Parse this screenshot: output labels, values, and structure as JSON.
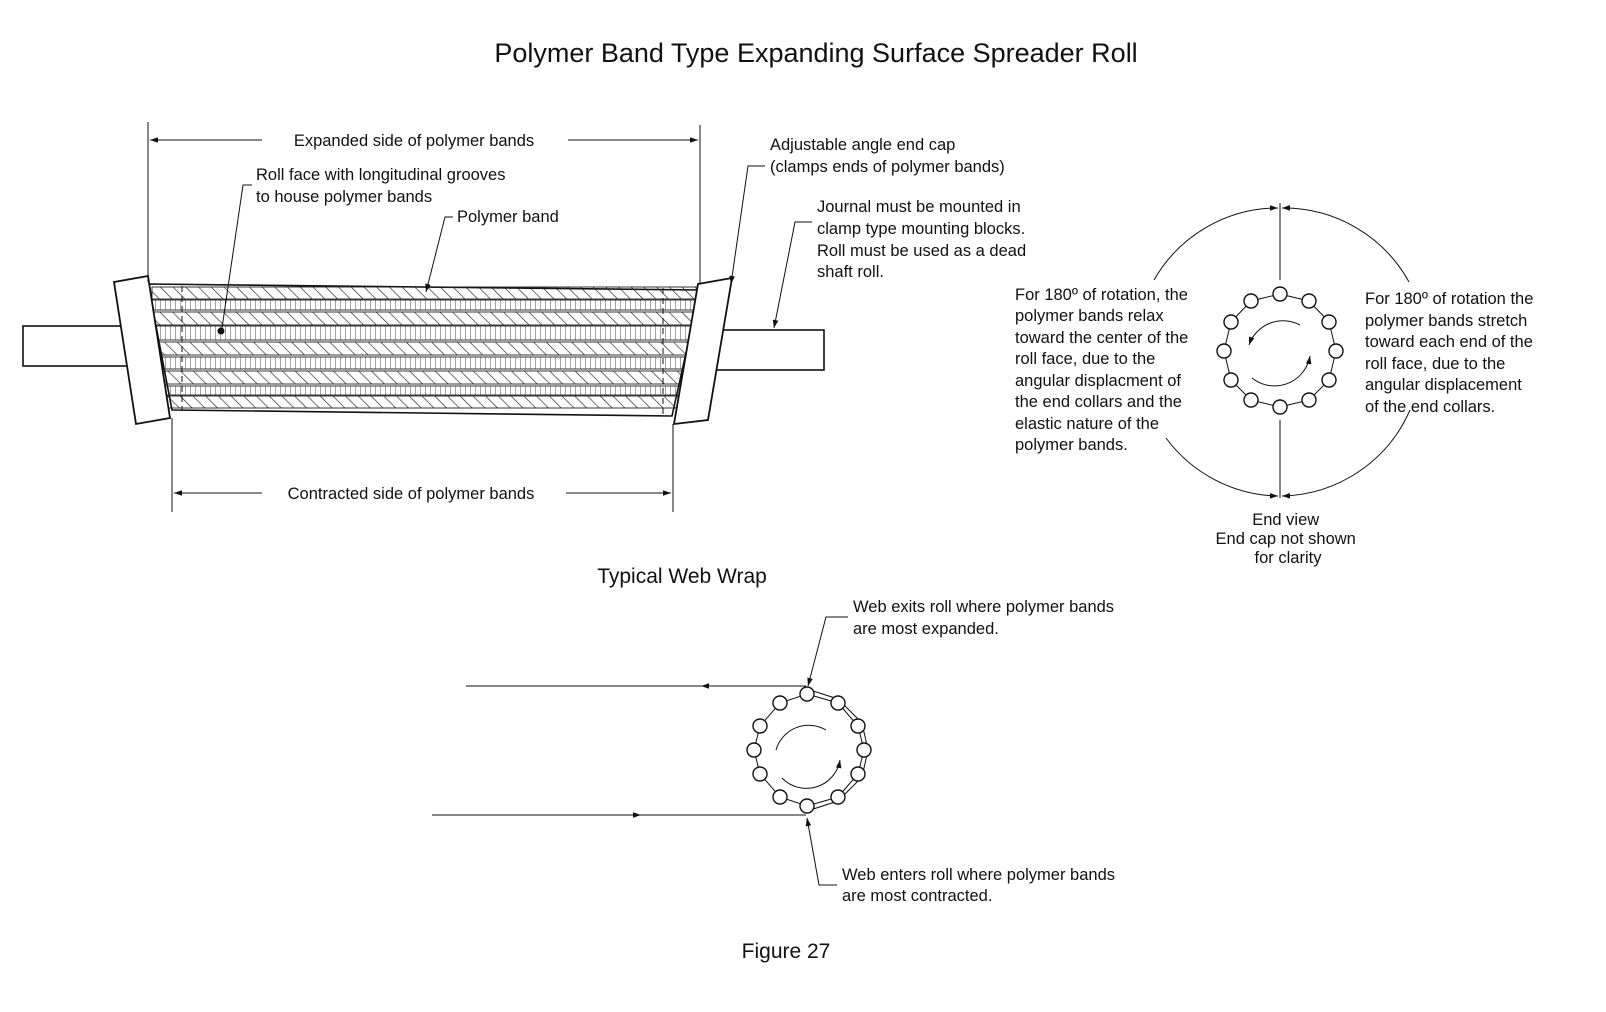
{
  "figure": {
    "title": "Polymer Band Type Expanding Surface Spreader Roll",
    "caption": "Figure 27"
  },
  "side_view": {
    "expanded_label": "Expanded side of polymer bands",
    "contracted_label": "Contracted side of polymer bands",
    "roll_face_label": [
      "Roll face with longitudinal grooves",
      "to house polymer bands"
    ],
    "polymer_band_label": "Polymer band",
    "end_cap_label": [
      "Adjustable angle end cap",
      "(clamps ends of polymer bands)"
    ],
    "journal_label": [
      "Journal must be mounted in",
      "clamp type mounting blocks.",
      "Roll must be used as a dead",
      "shaft roll."
    ]
  },
  "end_view": {
    "left_note": [
      "For 180º of rotation, the",
      "polymer bands relax",
      "toward the center of the",
      "roll face, due to the",
      "angular displacment of",
      "the end collars and the",
      "elastic nature of the",
      "polymer bands."
    ],
    "right_note": [
      "For 180º of rotation the",
      "polymer bands stretch",
      "toward each end of the",
      "roll face, due to the",
      "angular displacement",
      "of the end collars."
    ],
    "caption": [
      "End view",
      "End cap not shown",
      "for clarity"
    ]
  },
  "web_wrap": {
    "title": "Typical Web Wrap",
    "exit_note": [
      "Web exits roll where polymer bands",
      "are most expanded."
    ],
    "enter_note": [
      "Web enters roll where polymer bands",
      "are most contracted."
    ]
  }
}
